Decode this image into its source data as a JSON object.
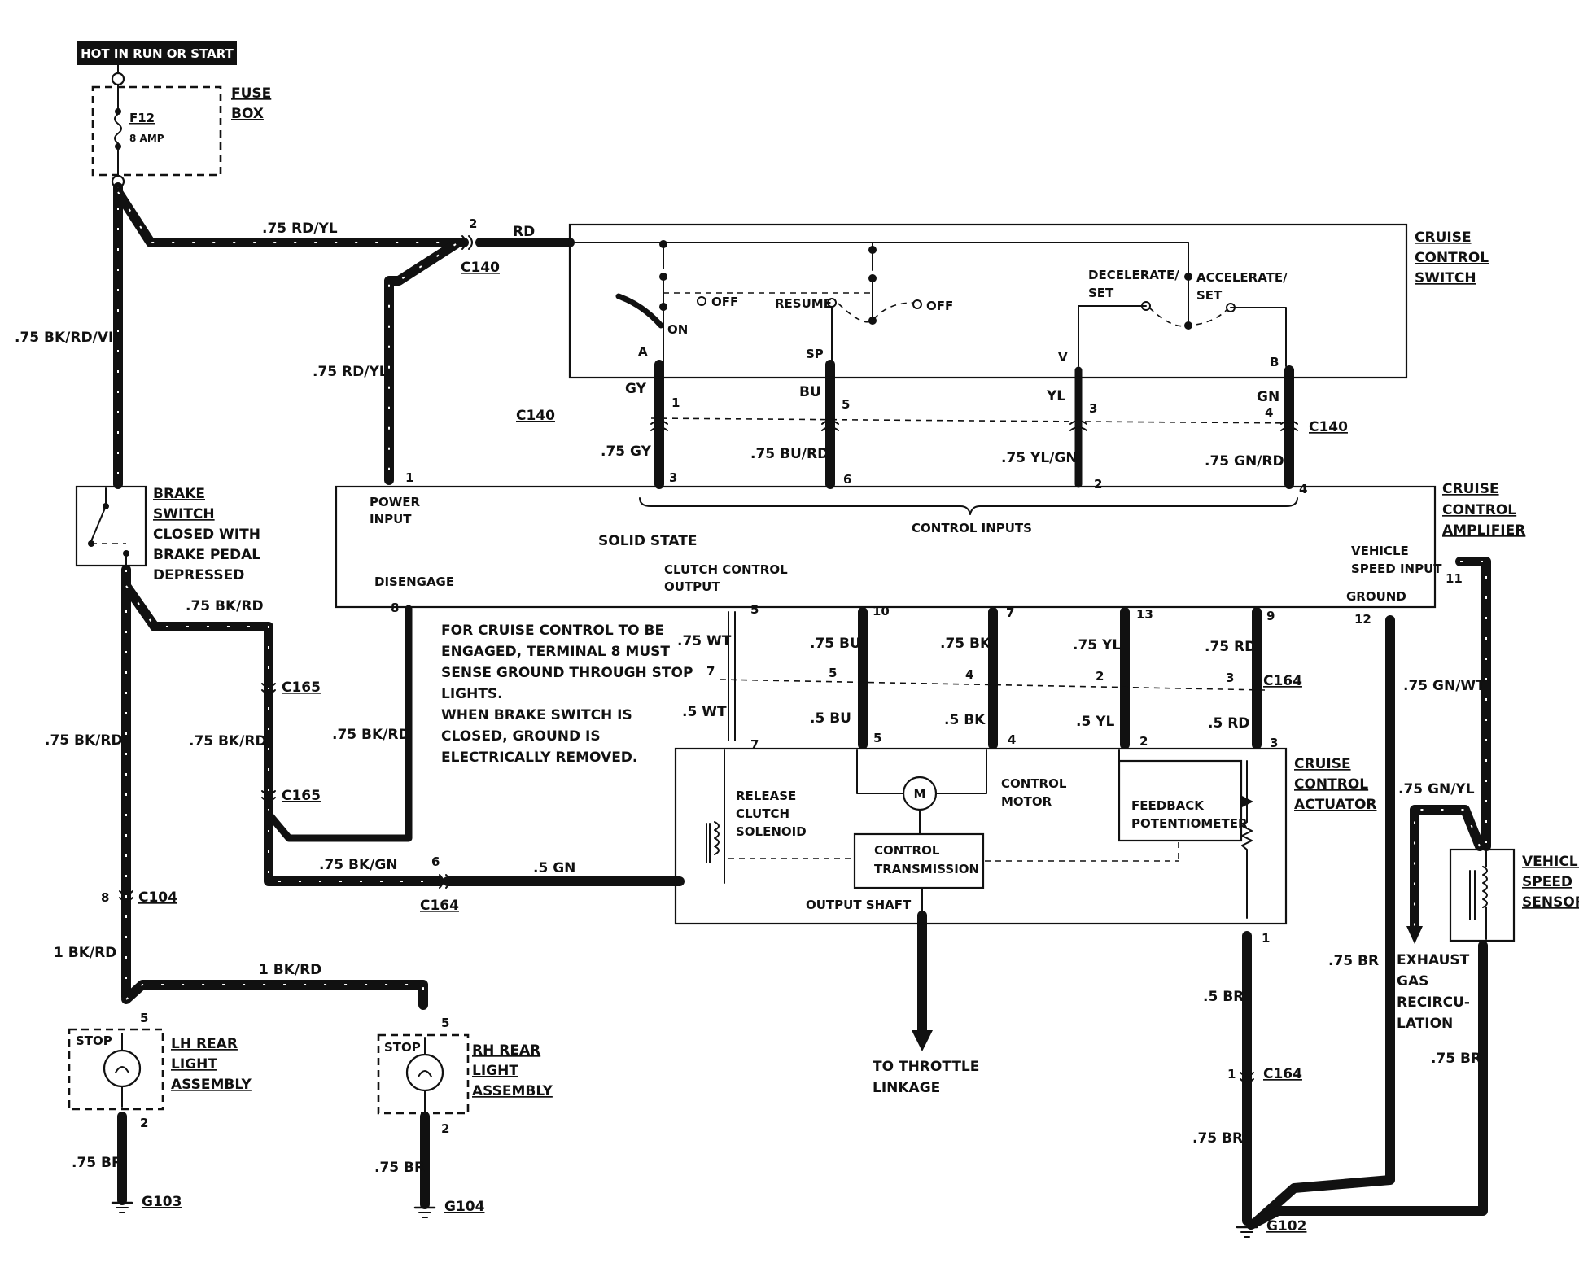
{
  "header_tag": "HOT IN RUN OR START",
  "fuse_box": {
    "title_1": "FUSE",
    "title_2": "BOX",
    "fuse_id": "F12",
    "rating": "8 AMP"
  },
  "cruise_switch": {
    "title_1": "CRUISE",
    "title_2": "CONTROL",
    "title_3": "SWITCH",
    "off_1": "OFF",
    "on": "ON",
    "resume": "RESUME",
    "off_2": "OFF",
    "decel_1": "DECELERATE/",
    "decel_2": "SET",
    "accel_1": "ACCELERATE/",
    "accel_2": "SET",
    "pin_a": "A",
    "pin_sp": "SP",
    "pin_v": "V",
    "pin_b": "B"
  },
  "amplifier": {
    "title_1": "CRUISE",
    "title_2": "CONTROL",
    "title_3": "AMPLIFIER",
    "power_1": "POWER",
    "power_2": "INPUT",
    "solid_state": "SOLID STATE",
    "control_inputs": "CONTROL INPUTS",
    "disengage": "DISENGAGE",
    "clutch_1": "CLUTCH CONTROL",
    "clutch_2": "OUTPUT",
    "vss_1": "VEHICLE",
    "vss_2": "SPEED INPUT",
    "ground": "GROUND"
  },
  "brake_switch": {
    "l1": "BRAKE",
    "l2": "SWITCH",
    "l3": "CLOSED WITH",
    "l4": "BRAKE PEDAL",
    "l5": "DEPRESSED"
  },
  "actuator": {
    "title_1": "CRUISE",
    "title_2": "CONTROL",
    "title_3": "ACTUATOR",
    "release_1": "RELEASE",
    "release_2": "CLUTCH",
    "release_3": "SOLENOID",
    "motor_1": "CONTROL",
    "motor_2": "MOTOR",
    "motor_symbol": "M",
    "feedback_1": "FEEDBACK",
    "feedback_2": "POTENTIOMETER",
    "trans_1": "CONTROL",
    "trans_2": "TRANSMISSION",
    "output_shaft": "OUTPUT SHAFT"
  },
  "vehicle_speed_sensor": {
    "l1": "VEHICLE",
    "l2": "SPEED",
    "l3": "SENSOR"
  },
  "lh_rear": {
    "l1": "LH REAR",
    "l2": "LIGHT",
    "l3": "ASSEMBLY",
    "stop": "STOP"
  },
  "rh_rear": {
    "l1": "RH REAR",
    "l2": "LIGHT",
    "l3": "ASSEMBLY",
    "stop": "STOP"
  },
  "throttle": {
    "l1": "TO THROTTLE",
    "l2": "LINKAGE"
  },
  "egr": {
    "l1": "EXHAUST",
    "l2": "GAS",
    "l3": "RECIRCU-",
    "l4": "LATION"
  },
  "note": [
    "FOR CRUISE CONTROL TO BE",
    "ENGAGED, TERMINAL 8 MUST",
    "SENSE GROUND THROUGH STOP",
    "LIGHTS.",
    "WHEN BRAKE SWITCH IS",
    "CLOSED, GROUND IS",
    "ELECTRICALLY REMOVED."
  ],
  "connectors": {
    "c140_a": "C140",
    "c140_b": "C140",
    "c165_a": "C165",
    "c165_b": "C165",
    "c164_a": "C164",
    "c164_b": "C164",
    "c164_c": "C164",
    "c104": "C104"
  },
  "grounds": {
    "g103": "G103",
    "g104": "G104",
    "g102": "G102"
  },
  "wires": {
    "rd_yl_top": ".75 RD/YL",
    "rd": "RD",
    "rd_yl_left": ".75 RD/YL",
    "bk_rd_vi": ".75 BK/RD/VI",
    "gy": "GY",
    "bu": "BU",
    "yl": "YL",
    "gn": "GN",
    "gy75": ".75 GY",
    "bu_rd75": ".75 BU/RD",
    "yl_gn75": ".75 YL/GN",
    "gn_rd75": ".75 GN/RD",
    "bk_rd_a": ".75 BK/RD",
    "bk_rd_b": ".75 BK/RD",
    "bk_rd_c": ".75 BK/RD",
    "bk_rd_d": ".75 BK/RD",
    "bk_gn": ".75 BK/GN",
    "gn5": ".5 GN",
    "bk_rd1a": "1 BK/RD",
    "bk_rd1b": "1 BK/RD",
    "wt75": ".75 WT",
    "bu75": ".75 BU",
    "bk75": ".75 BK",
    "yl75": ".75 YL",
    "rd75": ".75 RD",
    "wt5": ".5 WT",
    "bu5": ".5 BU",
    "bk5": ".5 BK",
    "yl5": ".5 YL",
    "rd5": ".5 RD",
    "gn_wt": ".75 GN/WT",
    "gn_yl": ".75 GN/YL",
    "br_lh": ".75 BR",
    "br_rh": ".75 BR",
    "br_a": ".75 BR",
    "br5": ".5 BR",
    "br_b": ".75 BR",
    "br_c": ".75 BR"
  },
  "pins": {
    "c140_2": "2",
    "amp_1": "1",
    "c140_1": "1",
    "c140_5": "5",
    "c140_3": "3",
    "c140_4": "4",
    "amp_3": "3",
    "amp_6": "6",
    "amp_2": "2",
    "amp_4": "4",
    "amp_8": "8",
    "amp_5": "5",
    "amp_10": "10",
    "amp_7": "7",
    "amp_13": "13",
    "amp_9": "9",
    "amp_12": "12",
    "amp_11": "11",
    "c164_7": "7",
    "c164_5": "5",
    "c164_4": "4",
    "c164_2": "2",
    "c164_3": "3",
    "act_7": "7",
    "act_5": "5",
    "act_4": "4",
    "act_2": "2",
    "act_3": "3",
    "act_1": "1",
    "c164_6": "6",
    "c104_8": "8",
    "lh_5": "5",
    "lh_2": "2",
    "rh_5": "5",
    "rh_2": "2",
    "c164_1": "1"
  }
}
